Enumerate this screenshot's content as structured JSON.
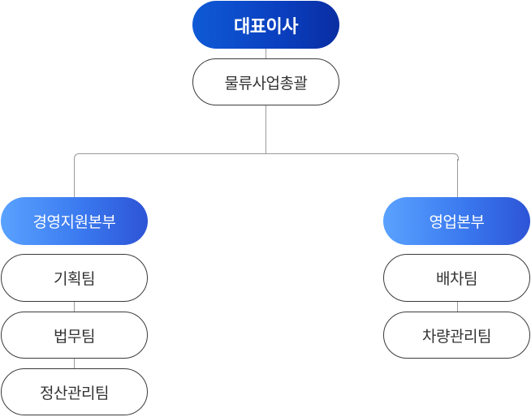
{
  "org": {
    "ceo": "대표이사",
    "general": "물류사업총괄",
    "left_division": {
      "title": "경영지원본부",
      "teams": [
        "기획팀",
        "법무팀",
        "정산관리팀"
      ]
    },
    "right_division": {
      "title": "영업본부",
      "teams": [
        "배차팀",
        "차량관리팀"
      ]
    }
  }
}
